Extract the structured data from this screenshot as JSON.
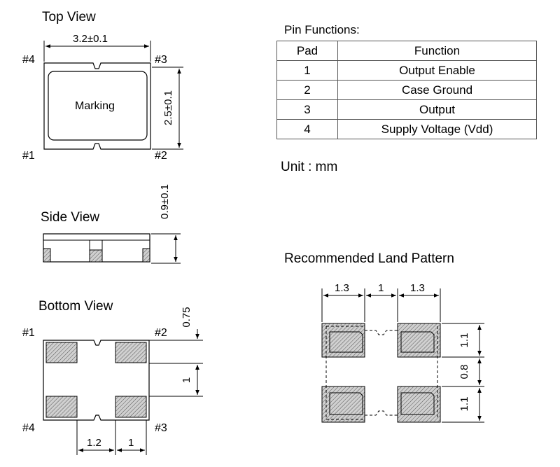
{
  "top_view": {
    "title": "Top View",
    "marking": "Marking",
    "width_dim": "3.2±0.1",
    "height_dim": "2.5±0.1",
    "pins": {
      "p1": "#1",
      "p2": "#2",
      "p3": "#3",
      "p4": "#4"
    }
  },
  "side_view": {
    "title": "Side View",
    "thickness_dim": "0.9±0.1"
  },
  "bottom_view": {
    "title": "Bottom View",
    "pins": {
      "p1": "#1",
      "p2": "#2",
      "p3": "#3",
      "p4": "#4"
    },
    "dims": {
      "pad_len": "0.75",
      "gap_v": "1",
      "pad_w": "1.2",
      "gap_h": "1"
    }
  },
  "pin_functions": {
    "title": "Pin Functions:",
    "headers": [
      "Pad",
      "Function"
    ],
    "rows": [
      {
        "pad": "1",
        "function": "Output Enable"
      },
      {
        "pad": "2",
        "function": "Case Ground"
      },
      {
        "pad": "3",
        "function": "Output"
      },
      {
        "pad": "4",
        "function": "Supply Voltage (Vdd)"
      }
    ]
  },
  "unit": "Unit : mm",
  "land_pattern": {
    "title": "Recommended Land Pattern",
    "dims": {
      "left": "1.3",
      "middle": "1",
      "right": "1.3",
      "top": "1.1",
      "gap": "0.8",
      "bottom": "1.1"
    }
  }
}
